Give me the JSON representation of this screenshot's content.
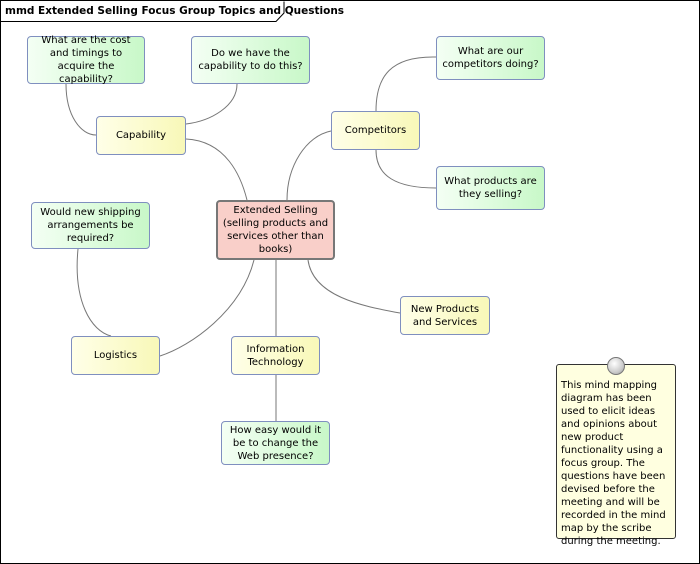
{
  "diagram": {
    "title": "mmd Extended Selling Focus Group Topics and Questions"
  },
  "nodes": {
    "central": "Extended Selling (selling products and services other than books)",
    "capability": "Capability",
    "competitors": "Competitors",
    "logistics": "Logistics",
    "it": "Information Technology",
    "new_products": "New Products and Services",
    "q_cost": "What are the cost and timings to acquire the capability?",
    "q_capability": "Do we have the capability to do this?",
    "q_competitors": "What are our competitors doing?",
    "q_products": "What products are they selling?",
    "q_shipping": "Would new shipping arrangements be required?",
    "q_web": "How easy would it be to change the Web presence?"
  },
  "note": "This mind mapping diagram has been used to elicit ideas and opinions about new product functionality using a focus group. The questions have been devised before the meeting and will be recorded in the mind map by the scribe during the meeting."
}
